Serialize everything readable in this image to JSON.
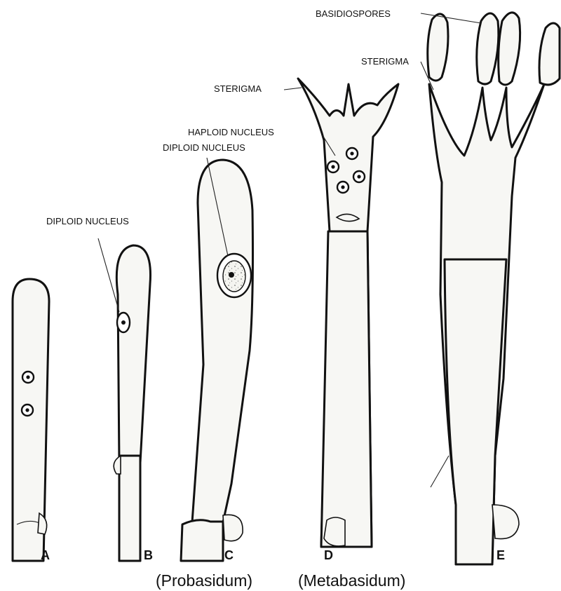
{
  "labels": {
    "diploid_nucleus_b": "DIPLOID NUCLEUS",
    "haploid_nucleus": "HAPLOID NUCLEUS",
    "diploid_nucleus_c": "DIPLOID NUCLEUS",
    "sterigma_d": "STERIGMA",
    "basidiospores": "BASIDIOSPORES",
    "sterigma_e": "STERIGMA"
  },
  "stages": {
    "a": "A",
    "b": "B",
    "c": "C",
    "d": "D",
    "e": "E"
  },
  "captions": {
    "probasidium": "(Probasidum)",
    "metabasidium": "(Metabasidum)"
  }
}
